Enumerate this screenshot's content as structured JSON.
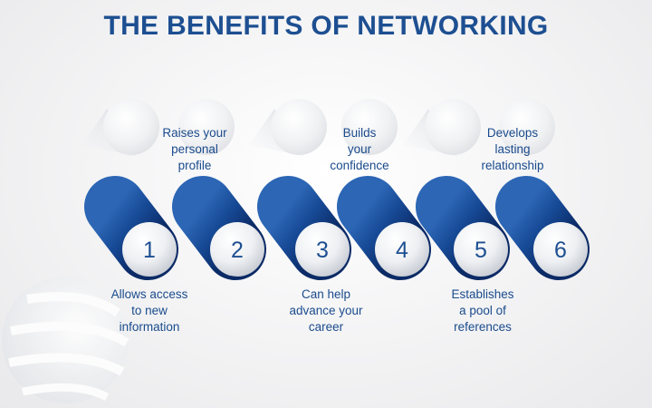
{
  "title": "THE BENEFITS OF NETWORKING",
  "benefits": [
    {
      "number": "1",
      "text": "Allows access\nto new\ninformation"
    },
    {
      "number": "2",
      "text": "Raises your\npersonal\nprofile"
    },
    {
      "number": "3",
      "text": "Can help\nadvance your\ncareer"
    },
    {
      "number": "4",
      "text": "Builds\nyour\nconfidence"
    },
    {
      "number": "5",
      "text": "Establishes\na pool of\nreferences"
    },
    {
      "number": "6",
      "text": "Develops\nlasting\nrelationship"
    }
  ],
  "colors": {
    "title": "#1d4f91",
    "pill_dark": "#0d2f6e",
    "pill_light": "#2a64b3",
    "text": "#1a4b8c"
  }
}
